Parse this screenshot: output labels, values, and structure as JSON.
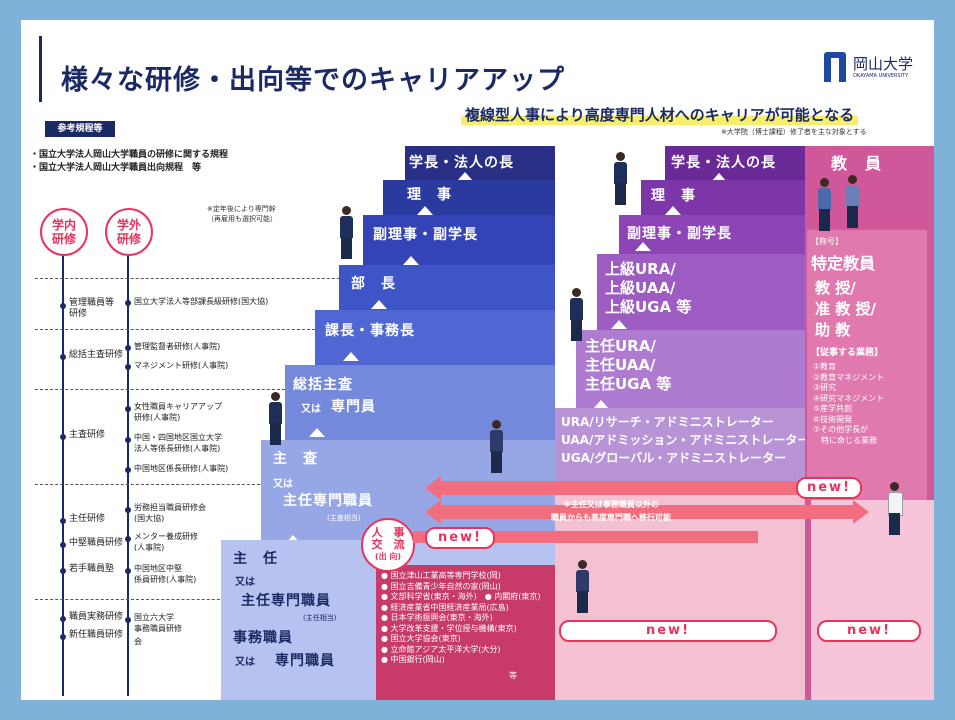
{
  "title": "様々な研修・出向等でのキャリアアップ",
  "logo": {
    "name": "岡山大学",
    "sub": "OKAYAMA UNIVERSITY"
  },
  "headline": "複線型人事により高度専門人材へのキャリアが可能となる",
  "headline_note": "※大学院（博士課程）修了者を主な対象とする",
  "reference": {
    "badge": "参考規程等",
    "items": [
      "・国立大学法人岡山大学職員の研修に関する規程",
      "・国立大学法人岡山大学職員出向規程　等"
    ]
  },
  "circles": {
    "internal": [
      "学内",
      "研修"
    ],
    "external": [
      "学外",
      "研修"
    ]
  },
  "retire_note": [
    "※定年後により専門幹",
    "（再雇用も選択可能）"
  ],
  "training_rows": [
    {
      "left": [
        "管理職員等",
        "研修"
      ],
      "right": [
        "国立大学法人等部課長級研修(国大協)"
      ]
    },
    {
      "left": [
        "総括主査研修"
      ],
      "right": [
        "管理監督者研修(人事院)",
        "マネジメント研修(人事院)"
      ]
    },
    {
      "left": [
        "主査研修"
      ],
      "right": [
        "女性職員キャリアアップ",
        "研修(人事院)",
        "中国・四国地区国立大学",
        "法人等係長研修(人事院)",
        "中国地区係長研修(人事院)"
      ]
    },
    {
      "left": [
        "主任研修",
        "中堅職員研修",
        "若手職員塾"
      ],
      "right": [
        "労務担当職員研修会",
        "(国大協)",
        "メンター養成研修",
        "(人事院)",
        "中国地区中堅",
        "係員研修(人事院)"
      ]
    },
    {
      "left": [
        "職員実務研修",
        "新任職員研修"
      ],
      "right": [
        "国立六大学",
        "事務職員研修",
        "会"
      ]
    }
  ],
  "admin_ladder": {
    "top": "学長・法人の長",
    "riji": "理　事",
    "fuku": "副理事・副学長",
    "bucho": "部　長",
    "kacho": "課長・事務長",
    "sokatsu": [
      "総括主査",
      "又は",
      "専門員"
    ],
    "shusa": [
      "主　査",
      "又は",
      "主任専門職員",
      "(主査相当)"
    ],
    "shunin": [
      "主　任",
      "又は",
      "主任専門職員",
      "(主任相当)",
      "事務職員",
      "又は",
      "専門職員"
    ]
  },
  "exchange": {
    "label": [
      "人　事",
      "交　流",
      "(出 向)"
    ],
    "new": "new!"
  },
  "secondment_list": [
    "● 国立津山工業高等専門学校(岡)",
    "● 国立吉備青少年自然の家(岡山)",
    "● 文部科学省(東京・海外)　● 内閣府(東京)",
    "● 経済産業省中国経済産業局(広島)",
    "● 日本学術振興会(東京・海外)",
    "● 大学改革支援・学位授与機構(東京)",
    "● 国立大学協会(東京)",
    "● 立命館アジア太平洋大学(大分)",
    "● 中国銀行(岡山)",
    "等"
  ],
  "ura_ladder": {
    "top": "学長・法人の長",
    "riji": "理　事",
    "fuku": "副理事・副学長",
    "upper": [
      "上級URA/",
      "上級UAA/",
      "上級UGA 等"
    ],
    "chief": [
      "主任URA/",
      "主任UAA/",
      "主任UGA 等"
    ],
    "base": [
      "URA/リサーチ・アドミニストレーター",
      "UAA/アドミッション・アドミニストレーター",
      "UGA/グローバル・アドミニストレーター"
    ],
    "new": "new!"
  },
  "transfer_note": [
    "※主任又は事務職員以外の",
    "職員からも高度専門職へ移行可能"
  ],
  "faculty": {
    "header": "教　員",
    "note": "【称号】",
    "title": "特定教員",
    "ranks": [
      "教 授/",
      "准 教 授/",
      "助 教"
    ],
    "duties_label": "【従事する業務】",
    "duties": [
      "①教育",
      "②教育マネジメント",
      "③研究",
      "④研究マネジメント",
      "⑤産学共創",
      "⑥技術開発",
      "⑦その他学長が",
      "　特に命じる業務"
    ],
    "new": "new!",
    "new_bottom": "new!"
  },
  "colors": {
    "navy": "#1b2a64",
    "pink": "#e8345d",
    "magenta": "#d44e8a",
    "purple": "#7e3aa6",
    "lilac": "#b894d6",
    "blue": "#2f3fb3",
    "lightblue": "#8ea0e0"
  }
}
